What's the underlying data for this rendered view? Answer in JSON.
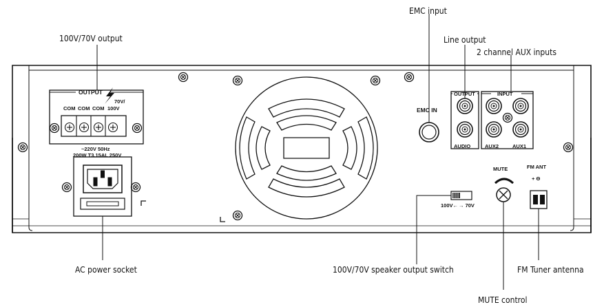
{
  "callouts": {
    "emc_input": "EMC input",
    "output_100_70": "100V/70V output",
    "line_output": "Line output",
    "aux_inputs": "2 channel AUX inputs",
    "ac_power": "AC power socket",
    "speaker_switch": "100V/70V speaker output switch",
    "fm_antenna": "FM Tuner antenna",
    "mute_control": "MUTE control"
  },
  "panel": {
    "output_header": "OUTPUT",
    "output_voltage": "70V/",
    "terminals": [
      "COM",
      "COM",
      "COM",
      "100V"
    ],
    "power_rating_1": "~220V  50Hz",
    "power_rating_2": "200W  T3.15AL  250V",
    "emc_in": "EMC IN",
    "line_output_header": "OUTPUT",
    "line_output_label": "AUDIO",
    "input_header": "INPUT",
    "aux2": "AUX2",
    "aux1": "AUX1",
    "mute": "MUTE",
    "fm_ant": "FM ANT",
    "fm_polarity": "+  Θ",
    "switch_label_left": "100V←",
    "switch_label_right": "→ 70V"
  }
}
